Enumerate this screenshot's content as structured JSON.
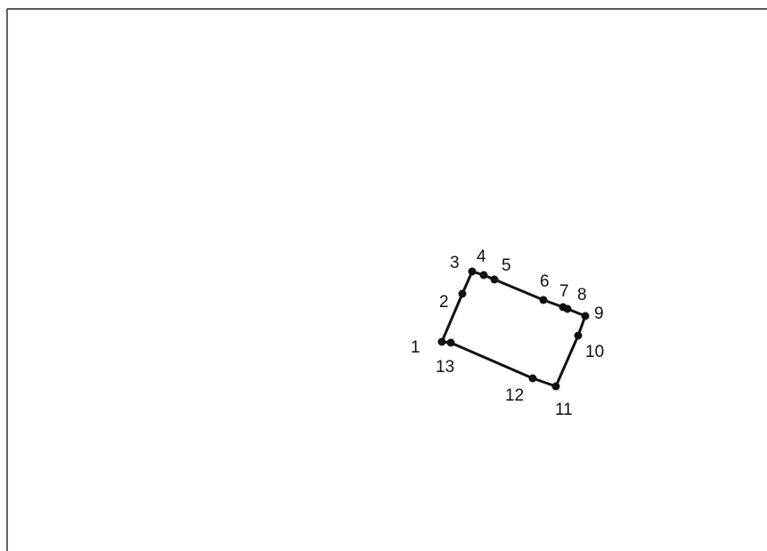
{
  "diagram": {
    "colors": {
      "ink": "#111111",
      "background": "#ffffff"
    },
    "vertices": [
      {
        "label": "1"
      },
      {
        "label": "2"
      },
      {
        "label": "3"
      },
      {
        "label": "4"
      },
      {
        "label": "5"
      },
      {
        "label": "6"
      },
      {
        "label": "7"
      },
      {
        "label": "8"
      },
      {
        "label": "9"
      },
      {
        "label": "10"
      },
      {
        "label": "11"
      },
      {
        "label": "12"
      },
      {
        "label": "13"
      }
    ]
  }
}
